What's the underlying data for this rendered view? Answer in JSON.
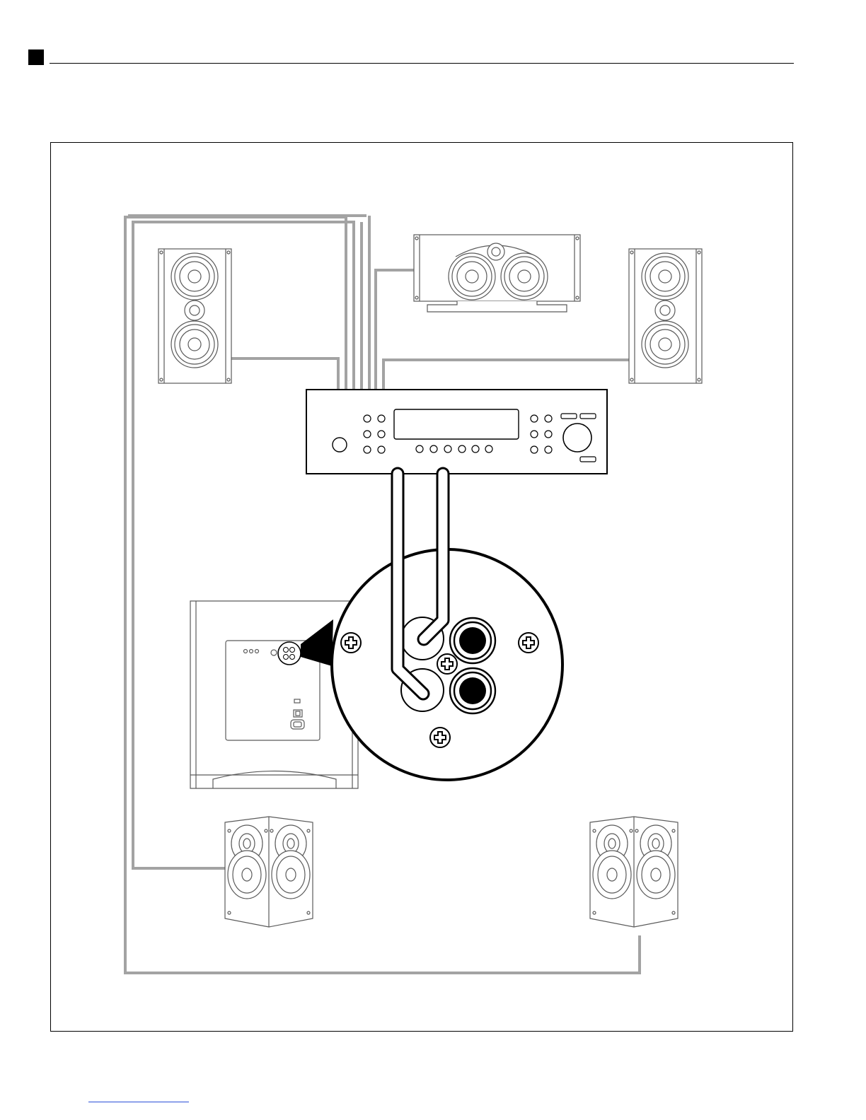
{
  "colors": {
    "wire": "#a3a3a3",
    "outline": "#5a5a5a",
    "ink": "#000000",
    "link": "#2b4fd8"
  },
  "diagram": {
    "components": [
      {
        "name": "front-left-speaker",
        "icon": "tower-speaker-icon"
      },
      {
        "name": "center-speaker",
        "icon": "center-channel-speaker-icon"
      },
      {
        "name": "front-right-speaker",
        "icon": "tower-speaker-icon"
      },
      {
        "name": "av-receiver",
        "icon": "receiver-icon"
      },
      {
        "name": "subwoofer",
        "icon": "subwoofer-icon"
      },
      {
        "name": "subwoofer-input-detail",
        "icon": "magnified-rca-jack-panel-icon"
      },
      {
        "name": "surround-left-speaker",
        "icon": "surround-speaker-icon"
      },
      {
        "name": "surround-right-speaker",
        "icon": "surround-speaker-icon"
      }
    ]
  }
}
